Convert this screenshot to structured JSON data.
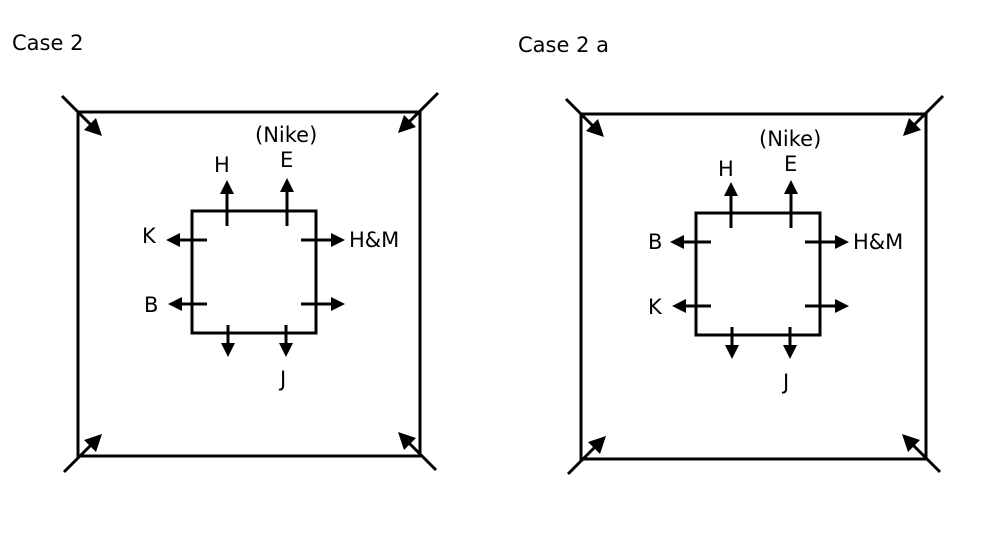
{
  "diagrams": [
    {
      "caption": "Case 2",
      "labels": {
        "top_brand": "(Nike)",
        "top_left": "H",
        "top_right": "E",
        "left_upper": "K",
        "left_lower": "B",
        "right_upper": "H&M",
        "bottom_right": "J"
      }
    },
    {
      "caption": "Case 2 a",
      "labels": {
        "top_brand": "(Nike)",
        "top_left": "H",
        "top_right": "E",
        "left_upper": "B",
        "left_lower": "K",
        "right_upper": "H&M",
        "bottom_right": "J"
      }
    }
  ],
  "colors": {
    "ink": "#000000",
    "background": "#ffffff"
  }
}
